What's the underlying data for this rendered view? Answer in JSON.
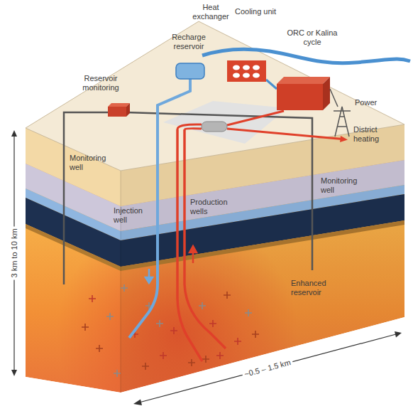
{
  "diagram": {
    "labels": [
      "Heat exchanger",
      "Recharge reservoir",
      "Cooling unit",
      "ORC or Kalina cycle",
      "Reservoir monitoring",
      "Power",
      "District heating",
      "Monitoring well",
      "Injection well",
      "Production wells",
      "Monitoring well",
      "3 km to 10 km",
      "Enhanced reservoir",
      "~0.5 – 1.5 km"
    ]
  }
}
